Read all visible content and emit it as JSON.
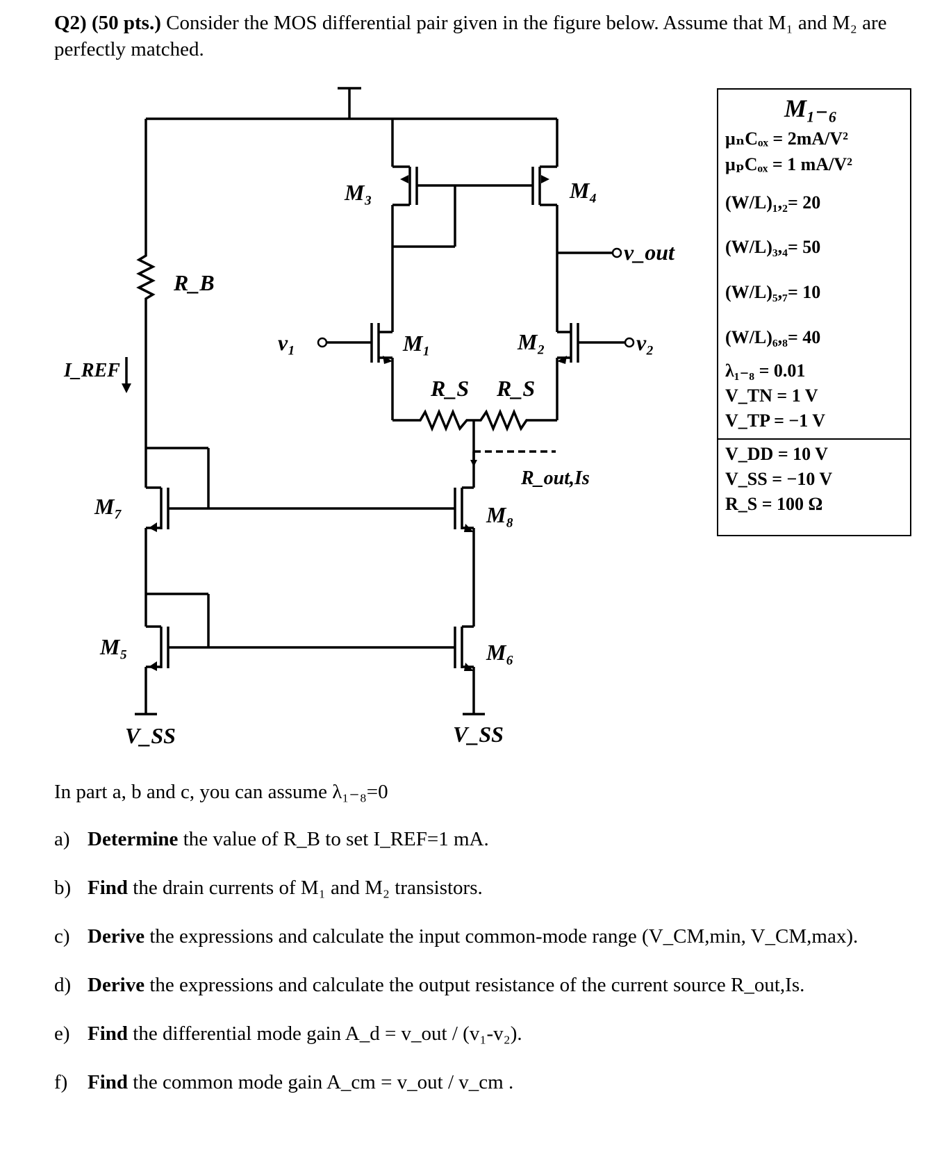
{
  "header": {
    "prefix": "Q2) (50 pts.)",
    "text": " Consider the MOS differential pair given in the figure below. Assume that M₁ and M₂ are perfectly matched."
  },
  "circuit": {
    "labels": {
      "m3": "M₃",
      "m4": "M₄",
      "m1": "M₁",
      "m2": "M₂",
      "m7": "M₇",
      "m8": "M₈",
      "m5": "M₅",
      "m6": "M₆",
      "rb": "R_B",
      "iref": "I_REF",
      "v1": "v₁",
      "v2": "v₂",
      "vout": "v_out",
      "rs_left": "R_S",
      "rs_right": "R_S",
      "rout": "R_out,Is",
      "vss_left": "V_SS",
      "vss_right": "V_SS"
    }
  },
  "params": {
    "title": "M₁₋₆",
    "lines": [
      "μₙCₒₓ = 2mA/V²",
      "μₚCₒₓ = 1 mA/V²",
      "(W/L)₁,₂= 20",
      "(W/L)₃,₄= 50",
      "(W/L)₅,₇= 10",
      "(W/L)₆,₈= 40",
      "λ₁₋₈ = 0.01",
      "V_TN = 1 V",
      "V_TP = −1 V"
    ],
    "supply": [
      "V_DD = 10 V",
      "V_SS = −10 V",
      "R_S = 100 Ω"
    ]
  },
  "questions": {
    "assume": "In part a, b and c, you can assume λ₁₋₈=0",
    "items": [
      {
        "letter": "a)",
        "verb": "Determine",
        "rest": " the value of R_B to set I_REF=1 mA."
      },
      {
        "letter": "b)",
        "verb": "Find",
        "rest": " the drain currents of M₁ and M₂ transistors."
      },
      {
        "letter": "c)",
        "verb": "Derive",
        "rest": " the expressions and calculate the input common-mode range (V_CM,min, V_CM,max)."
      },
      {
        "letter": "d)",
        "verb": "Derive",
        "rest": " the expressions and calculate the output resistance of the current source R_out,Is."
      },
      {
        "letter": "e)",
        "verb": "Find",
        "rest": " the differential mode gain A_d = v_out / (v₁-v₂)."
      },
      {
        "letter": "f)",
        "verb": "Find",
        "rest": " the common mode gain A_cm = v_out / v_cm ."
      }
    ]
  }
}
